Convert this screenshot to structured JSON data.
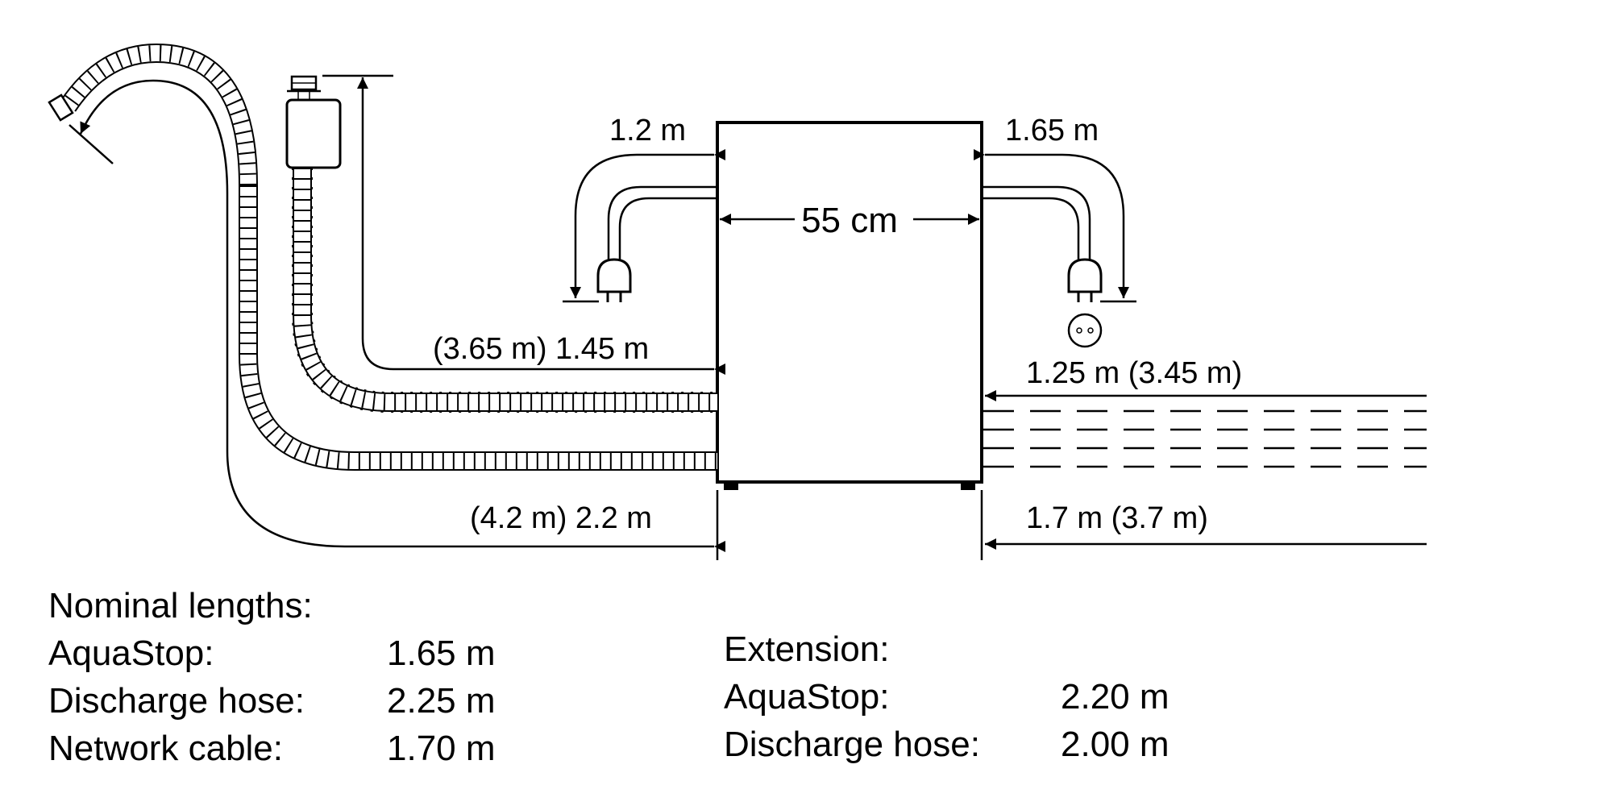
{
  "dimensions": {
    "width_label": "55 cm",
    "left_cable_top": "1.2 m",
    "right_cable_top": "1.65 m",
    "inlet_hose_left": "(3.65 m) 1.45 m",
    "right_upper": "1.25 m (3.45 m)",
    "drain_hose_left": "(4.2 m) 2.2 m",
    "right_lower": "1.7 m (3.7 m)"
  },
  "nominal": {
    "title": "Nominal lengths:",
    "rows": [
      {
        "label": "AquaStop:",
        "value": "1.65 m"
      },
      {
        "label": "Discharge hose:",
        "value": "2.25 m"
      },
      {
        "label": "Network cable:",
        "value": "1.70 m"
      }
    ]
  },
  "extension": {
    "title": "Extension:",
    "rows": [
      {
        "label": "AquaStop:",
        "value": "2.20 m"
      },
      {
        "label": "Discharge hose:",
        "value": "2.00 m"
      }
    ]
  }
}
